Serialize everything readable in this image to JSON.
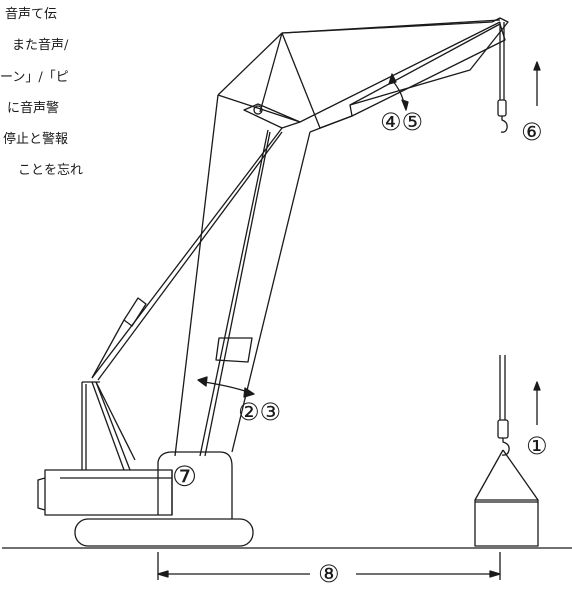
{
  "note": {
    "lines": [
      "音声て伝",
      "また音声/",
      "ーン」/「ピ",
      "に音声警",
      "停止と警報",
      "ことを忘れ"
    ]
  },
  "labels": {
    "l45": "④⑤",
    "l6": "⑥",
    "l23": "②③",
    "l1": "①",
    "l7": "⑦",
    "l8": "⑧"
  }
}
